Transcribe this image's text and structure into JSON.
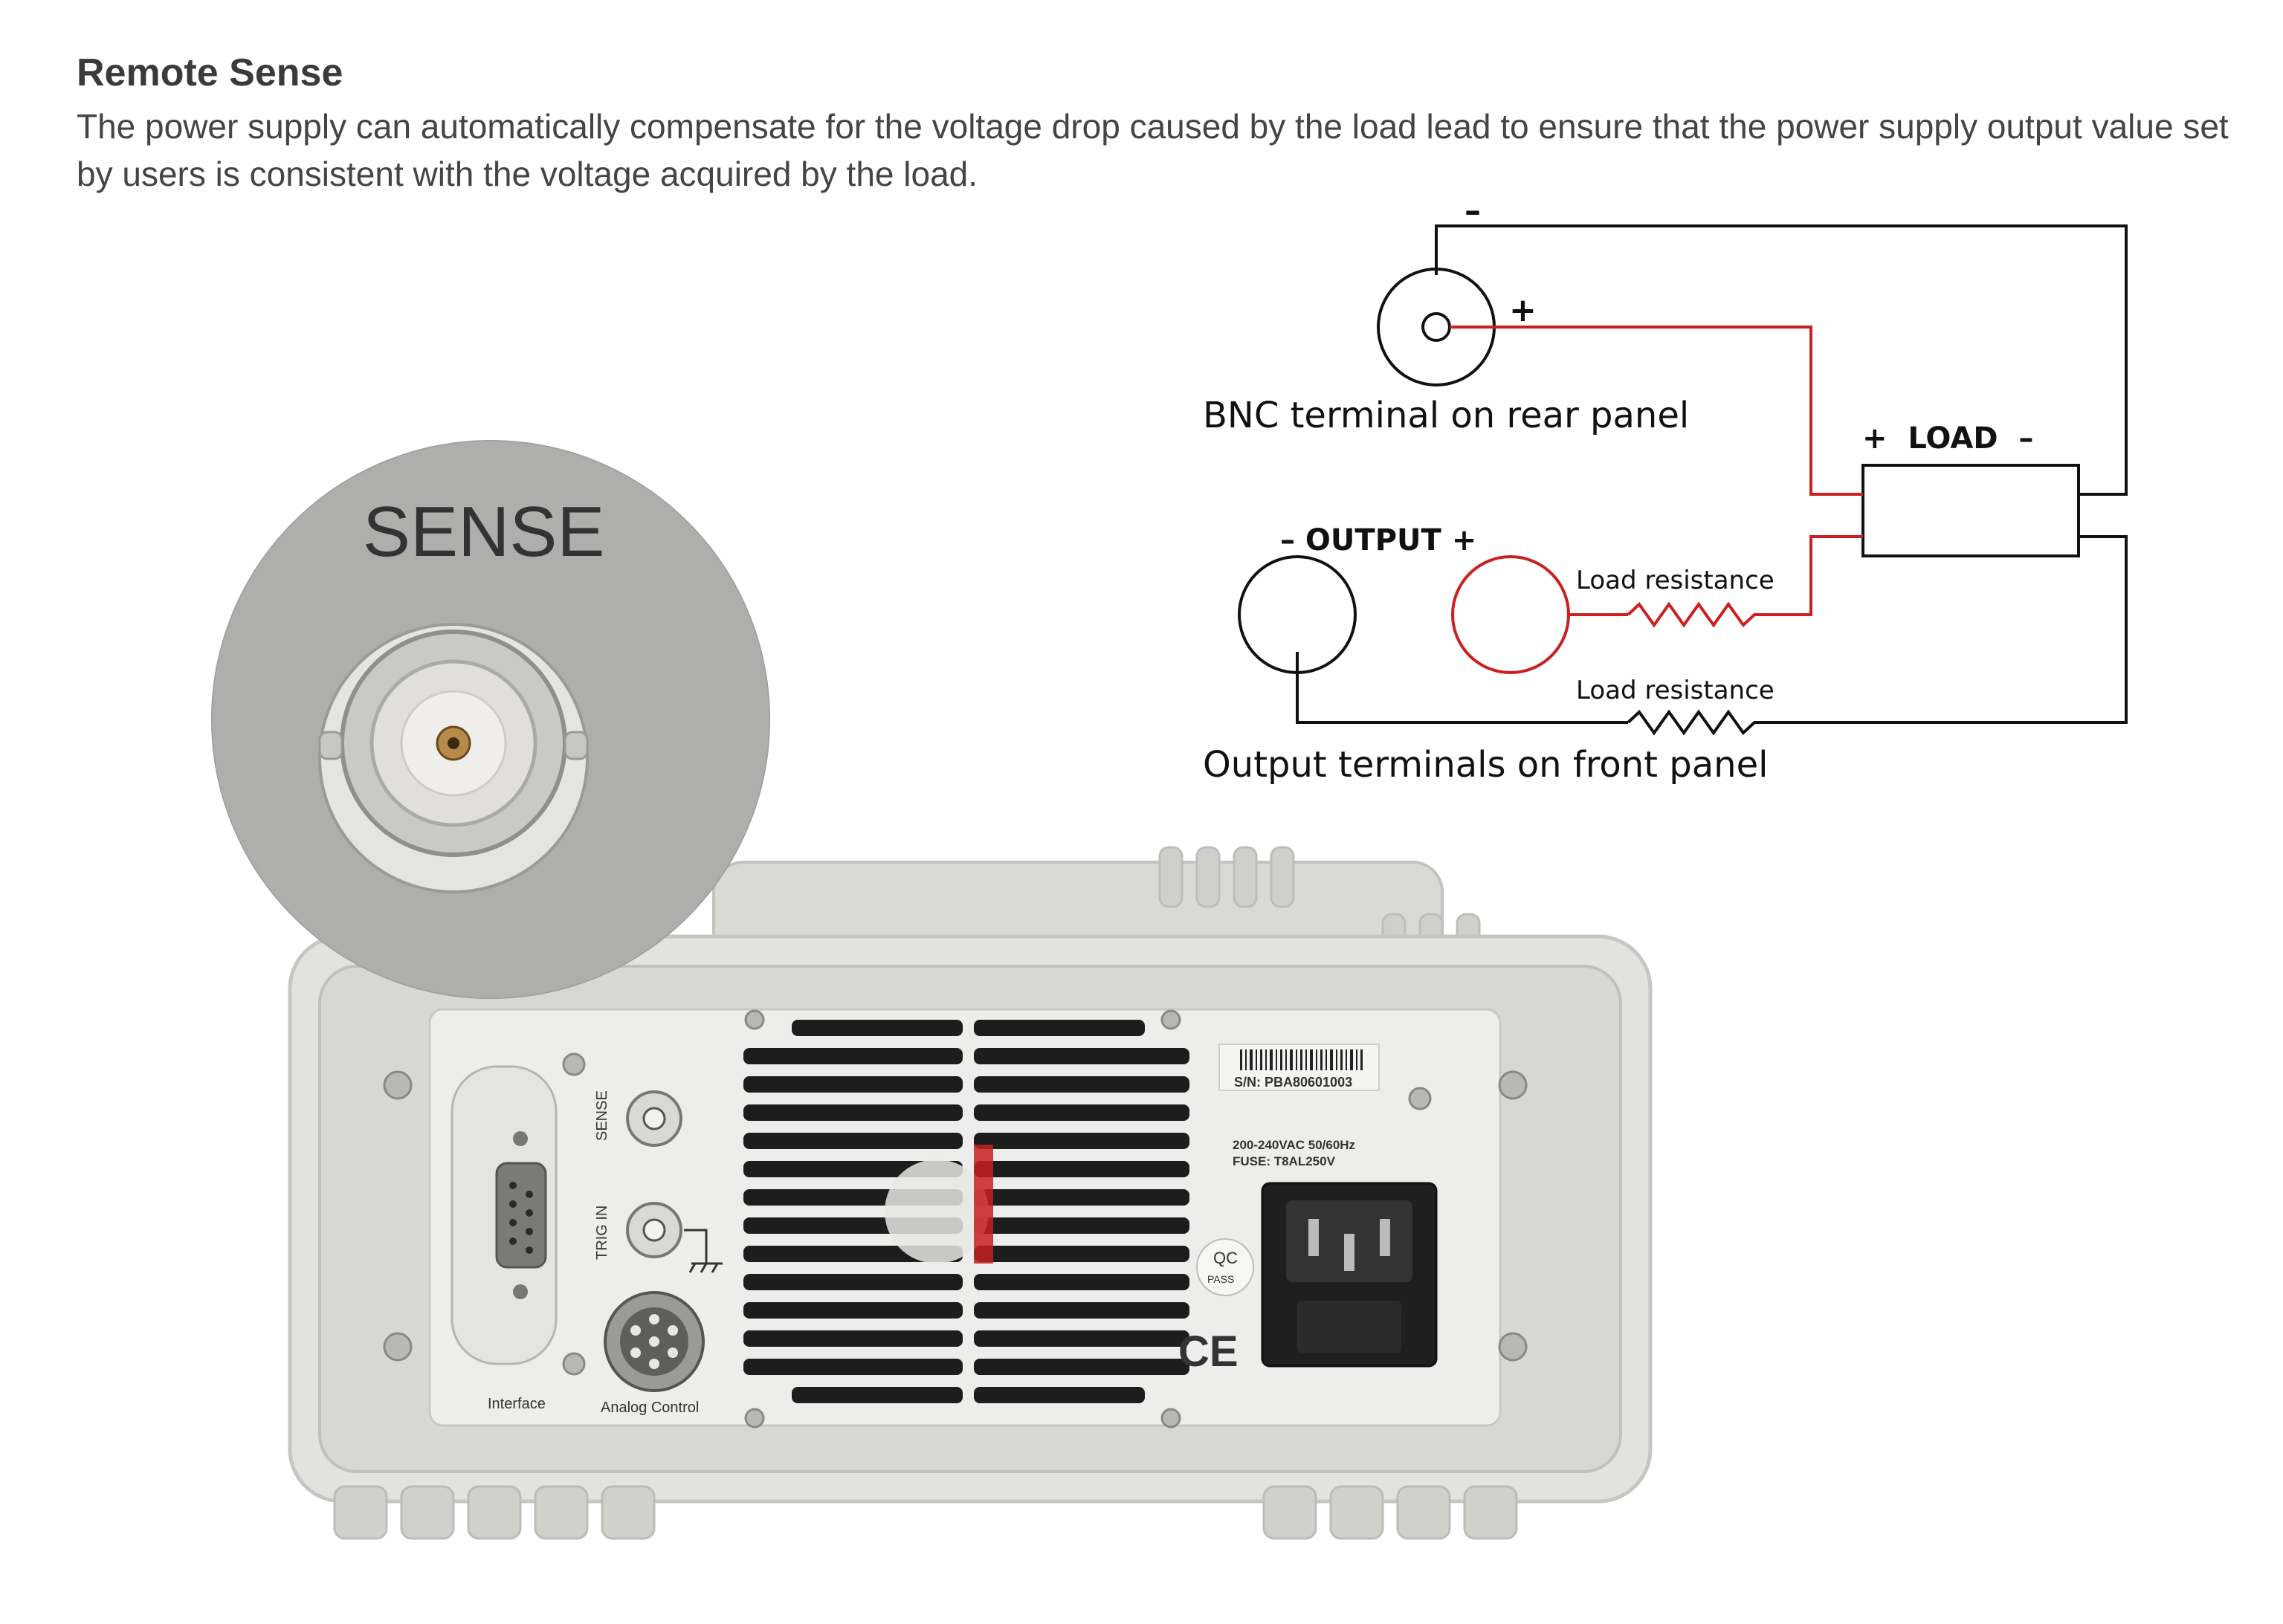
{
  "section": {
    "title": "Remote Sense",
    "description": "The power supply can automatically compensate for the voltage drop caused by the load lead to ensure that the power supply output value set by users is consistent with the voltage acquired by the load."
  },
  "diagram": {
    "bnc_minus": "–",
    "bnc_plus": "+",
    "bnc_caption": "BNC terminal on rear panel",
    "load_label": "+  LOAD  –",
    "output_label": "– OUTPUT +",
    "load_resistance_top": "Load resistance",
    "load_resistance_bottom": "Load resistance",
    "output_caption": "Output terminals on front panel",
    "colors": {
      "sense_line": "#cc1f1f",
      "wire": "#111111"
    }
  },
  "photo": {
    "zoom_label": "SENSE",
    "port_sense": "SENSE",
    "port_trig": "TRIG IN",
    "label_interface": "Interface",
    "label_analog": "Analog Control",
    "serial": "S/N: PBA80601003",
    "power_rating": "200-240VAC 50/60Hz",
    "fuse": "FUSE: T8AL250V",
    "qc_top": "QC",
    "qc_bottom": "PASS",
    "ce_mark": "CE"
  }
}
